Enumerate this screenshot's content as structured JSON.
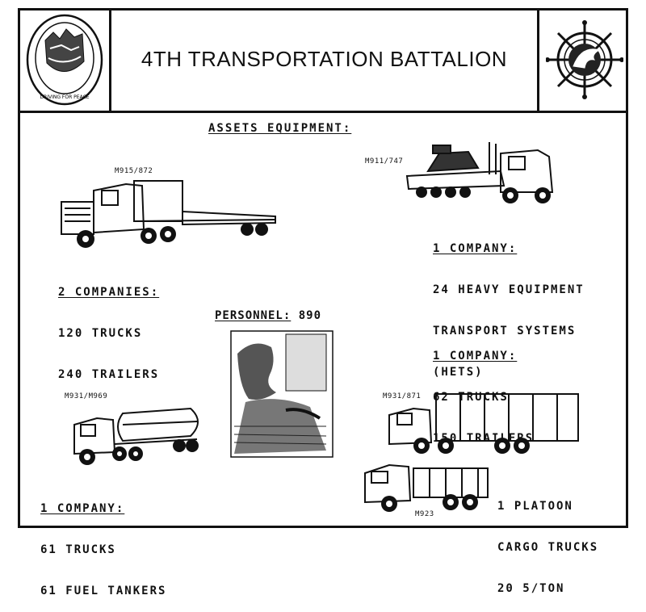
{
  "title": "4TH TRANSPORTATION BATTALION",
  "insignia": {
    "left_motto": "DRIVING FOR PEACE"
  },
  "assets_heading": "ASSETS EQUIPMENT:",
  "groups": {
    "m915": {
      "model": "M915/872",
      "heading": "2 COMPANIES:",
      "lines": [
        "120 TRUCKS",
        "240 TRAILERS"
      ]
    },
    "m911": {
      "model": "M911/747",
      "heading": "1 COMPANY:",
      "lines": [
        "24 HEAVY EQUIPMENT",
        "TRANSPORT SYSTEMS",
        "(HETS)"
      ]
    },
    "personnel": {
      "label": "PERSONNEL:",
      "value": "890"
    },
    "m931_871": {
      "model": "M931/871",
      "heading": "1 COMPANY:",
      "lines": [
        "62 TRUCKS",
        "150 TRAILERS"
      ]
    },
    "m931_969": {
      "model": "M931/M969",
      "heading": "1 COMPANY:",
      "lines": [
        "61 TRUCKS",
        "61 FUEL TANKERS"
      ]
    },
    "m923": {
      "model": "M923",
      "lines": [
        "1 PLATOON",
        "CARGO TRUCKS",
        "20 5/TON"
      ]
    }
  }
}
